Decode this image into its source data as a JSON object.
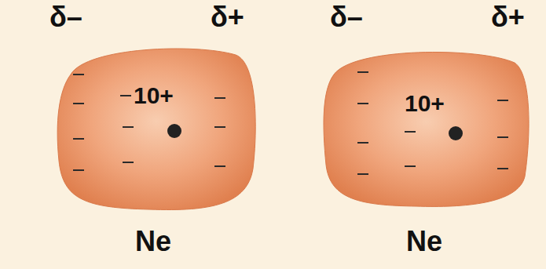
{
  "diagram": {
    "nodes": [
      {
        "text": [
          "10+",
          "Ne"
        ]
      },
      {
        "text": [
          "10+",
          "Ne"
        ]
      }
    ],
    "labels": [
      "δ–",
      "δ+",
      "δ–",
      "δ+"
    ]
  }
}
